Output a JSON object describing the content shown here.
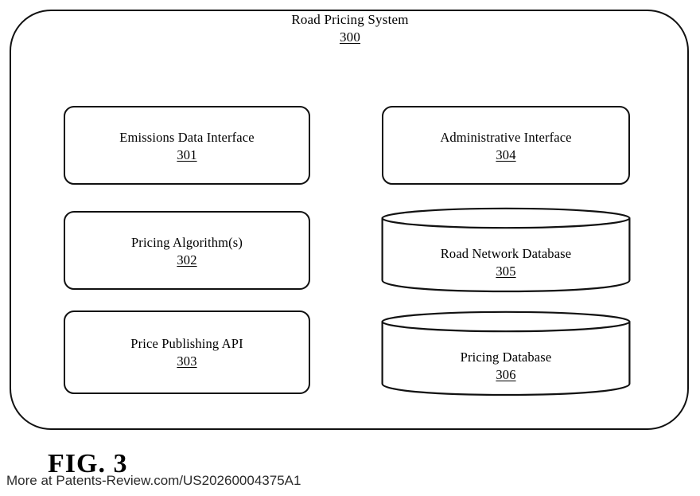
{
  "figure": {
    "caption": "FIG. 3",
    "source_watermark": "More at Patents-Review.com/US20260004375A1"
  },
  "system": {
    "title": "Road Pricing System",
    "ref": "300"
  },
  "components": [
    {
      "id": "301",
      "label": "Emissions Data Interface",
      "ref": "301",
      "shape": "rounded-rect",
      "column": "left"
    },
    {
      "id": "302",
      "label": "Pricing Algorithm(s)",
      "ref": "302",
      "shape": "rounded-rect",
      "column": "left"
    },
    {
      "id": "303",
      "label": "Price Publishing API",
      "ref": "303",
      "shape": "rounded-rect",
      "column": "left"
    },
    {
      "id": "304",
      "label": "Administrative Interface",
      "ref": "304",
      "shape": "rounded-rect",
      "column": "right"
    },
    {
      "id": "305",
      "label": "Road Network Database",
      "ref": "305",
      "shape": "cylinder",
      "column": "right"
    },
    {
      "id": "306",
      "label": "Pricing Database",
      "ref": "306",
      "shape": "cylinder",
      "column": "right"
    }
  ],
  "colors": {
    "stroke": "#111111",
    "fill": "#ffffff",
    "text": "#000000",
    "watermark": "#2b2b2b"
  }
}
